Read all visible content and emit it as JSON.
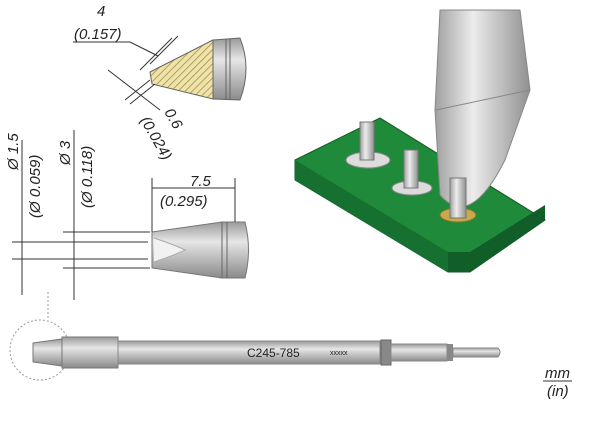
{
  "diagram": {
    "chisel_tip": {
      "width_mm": "4",
      "width_in": "(0.157)",
      "thickness_mm": "0.6",
      "thickness_in": "(0.024)"
    },
    "front_view": {
      "inner_diameter_mm": "Ø 1.5",
      "inner_diameter_in": "(Ø 0.059)",
      "outer_diameter_mm": "Ø 3",
      "outer_diameter_in": "(Ø 0.118)",
      "length_mm": "7.5",
      "length_in": "(0.295)"
    },
    "cartridge": {
      "model": "C245-785",
      "serial": "xxxxx"
    },
    "units": {
      "primary": "mm",
      "secondary": "(in)"
    },
    "colors": {
      "pcb": "#1f8a3a",
      "tip_body": "#c8c8c8",
      "hatch": "#e8dca0",
      "pad": "#c9a94a"
    }
  }
}
